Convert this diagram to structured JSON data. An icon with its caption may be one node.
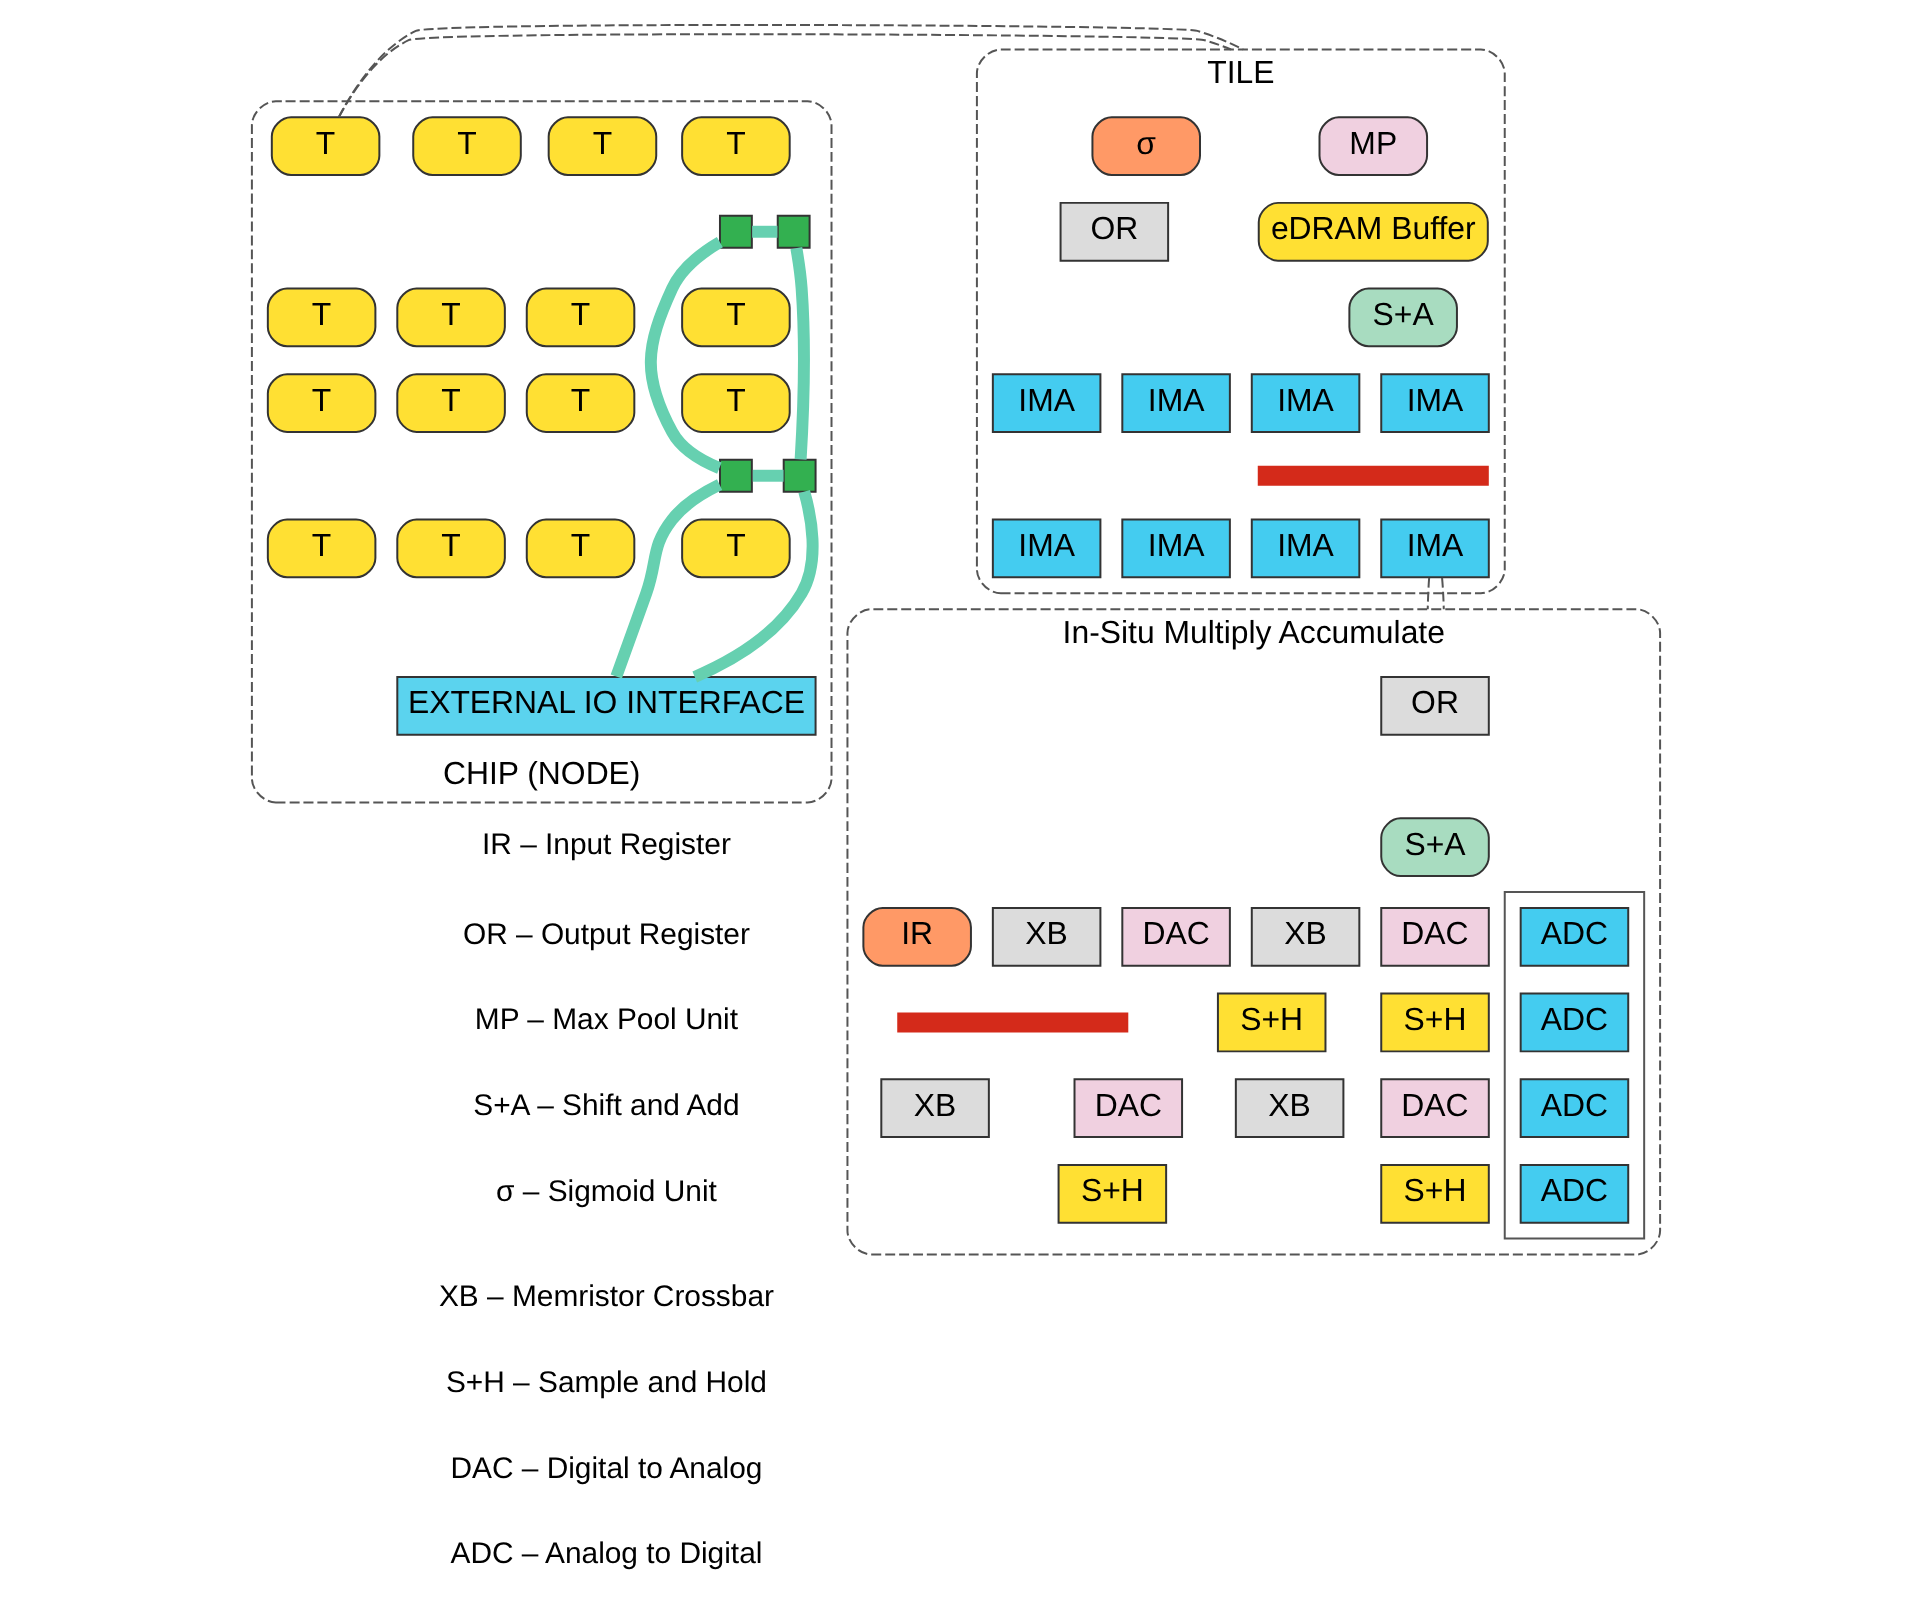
{
  "diagram": {
    "nodes": [
      {
        "text": [
          "CHIP (NODE)"
        ]
      },
      {
        "text": [
          "T"
        ],
        "in": 0
      },
      {
        "text": [
          "T"
        ],
        "in": 0
      },
      {
        "text": [
          "T"
        ],
        "in": 0
      },
      {
        "text": [
          "T"
        ],
        "in": 0
      },
      {
        "text": [],
        "shape": "box",
        "in": 0
      },
      {
        "text": [],
        "shape": "box",
        "in": 0
      },
      {
        "text": [
          "T"
        ],
        "in": 0
      },
      {
        "text": [
          "T"
        ],
        "in": 0
      },
      {
        "text": [
          "T"
        ],
        "in": 0
      },
      {
        "text": [
          "T"
        ],
        "in": 0
      },
      {
        "text": [
          "T"
        ],
        "in": 0
      },
      {
        "text": [
          "T"
        ],
        "in": 0
      },
      {
        "text": [
          "T"
        ],
        "in": 0
      },
      {
        "text": [
          "T"
        ],
        "in": 0
      },
      {
        "text": [],
        "shape": "box",
        "in": 0
      },
      {
        "text": [],
        "shape": "box",
        "in": 0
      },
      {
        "text": [
          "T"
        ],
        "in": 0
      },
      {
        "text": [
          "T"
        ],
        "in": 0
      },
      {
        "text": [
          "T"
        ],
        "in": 0
      },
      {
        "text": [
          "T"
        ],
        "in": 0
      },
      {
        "text": [
          "EXTERNAL IO INTERFACE"
        ],
        "in": 0
      },
      {
        "text": [
          "TILE"
        ]
      },
      {
        "text": [
          "MP"
        ],
        "in": 22
      },
      {
        "text": [
          "σ"
        ],
        "in": 22
      },
      {
        "text": [
          "eDRAM Buffer"
        ],
        "in": 22
      },
      {
        "text": [
          "OR"
        ],
        "in": 22
      },
      {
        "text": [
          "S+A"
        ],
        "in": 22
      },
      {
        "text": [],
        "shape": "bar",
        "in": 22
      },
      {
        "text": [
          "IMA"
        ],
        "in": 22
      },
      {
        "text": [
          "IMA"
        ],
        "in": 22
      },
      {
        "text": [
          "IMA"
        ],
        "in": 22
      },
      {
        "text": [
          "IMA"
        ],
        "in": 22
      },
      {
        "text": [
          "IMA"
        ],
        "in": 22
      },
      {
        "text": [
          "IMA"
        ],
        "in": 22
      },
      {
        "text": [
          "IMA"
        ],
        "in": 22
      },
      {
        "text": [
          "IMA"
        ],
        "in": 22
      },
      {
        "text": [
          "In-Situ Multiply Accumulate"
        ]
      },
      {
        "text": [
          "OR"
        ],
        "in": 37
      },
      {
        "text": [
          "S+A"
        ],
        "in": 37
      },
      {
        "text": [
          "DAC"
        ],
        "in": 37
      },
      {
        "text": [
          "XB"
        ],
        "in": 37
      },
      {
        "text": [
          "S+H"
        ],
        "in": 37
      },
      {
        "text": [
          "DAC"
        ],
        "in": 37
      },
      {
        "text": [
          "XB"
        ],
        "in": 37
      },
      {
        "text": [
          "S+H"
        ],
        "in": 37
      },
      {
        "text": [
          "IR"
        ],
        "in": 37
      },
      {
        "text": [],
        "shape": "bar",
        "in": 37
      },
      {
        "text": [],
        "shape": "box",
        "in": 37
      },
      {
        "text": [
          "ADC"
        ],
        "in": 48
      },
      {
        "text": [
          "ADC"
        ],
        "in": 48
      },
      {
        "text": [
          "ADC"
        ],
        "in": 48
      },
      {
        "text": [
          "ADC"
        ],
        "in": 48
      },
      {
        "text": [
          "DAC"
        ],
        "in": 37
      },
      {
        "text": [
          "XB"
        ],
        "in": 37
      },
      {
        "text": [
          "S+H"
        ],
        "in": 37
      },
      {
        "text": [
          "DAC"
        ],
        "in": 37
      },
      {
        "text": [
          "XB"
        ],
        "in": 37
      },
      {
        "text": [
          "S+H"
        ],
        "in": 37
      }
    ],
    "edges": [
      {
        "from": 5,
        "to": 6,
        "arrow": "none"
      },
      {
        "from": 5,
        "to": 15,
        "arrow": "none"
      },
      {
        "from": 6,
        "to": 16,
        "arrow": "none"
      },
      {
        "from": 15,
        "to": 16,
        "arrow": "none"
      },
      {
        "from": 15,
        "to": 21,
        "arrow": "none"
      },
      {
        "from": 16,
        "to": 21,
        "arrow": "none"
      },
      {
        "from": 4,
        "to": 22,
        "arrow": "none",
        "style": "dashed",
        "color": "#555555"
      },
      {
        "from": 4,
        "to": 22,
        "arrow": "none",
        "style": "dashed",
        "color": "#555555"
      },
      {
        "from": 33,
        "to": 37,
        "arrow": "none",
        "style": "dashed",
        "color": "#555555"
      },
      {
        "from": 33,
        "to": 37,
        "arrow": "none",
        "style": "dashed",
        "color": "#555555"
      }
    ],
    "labels": [
      "IR – Input Register",
      "OR – Output Register",
      "MP – Max Pool Unit",
      "S+A – Shift and Add",
      "σ – Sigmoid Unit",
      "XB – Memristor Crossbar",
      "S+H – Sample and Hold",
      "DAC – Digital to Analog",
      "ADC – Analog to Digital"
    ]
  }
}
